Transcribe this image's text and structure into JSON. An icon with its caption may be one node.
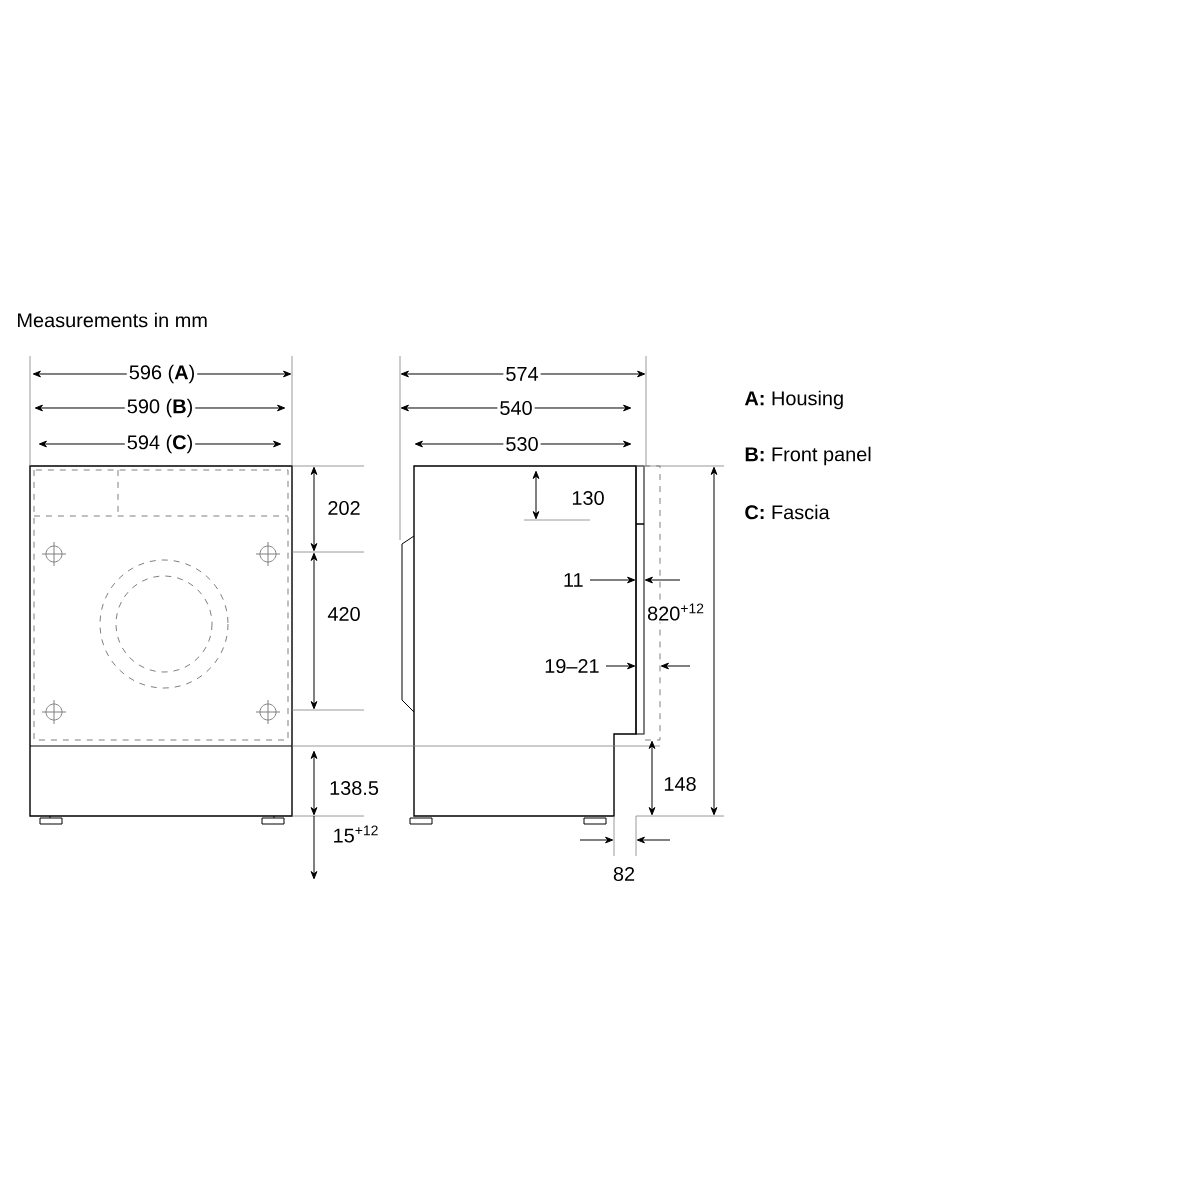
{
  "diagram": {
    "title": "Measurements in mm",
    "labels": [
      "596 (**A**)",
      "574",
      "590 (**B**)",
      "540",
      "594 (**C**)",
      "530",
      "**A:** Housing",
      "**B:** Front panel",
      "**C:** Fascia",
      "202",
      "130",
      "420",
      "11",
      "19–21",
      "820$^{+12}$",
      "138.5",
      "148",
      "15$^{+12}$",
      "82"
    ]
  }
}
